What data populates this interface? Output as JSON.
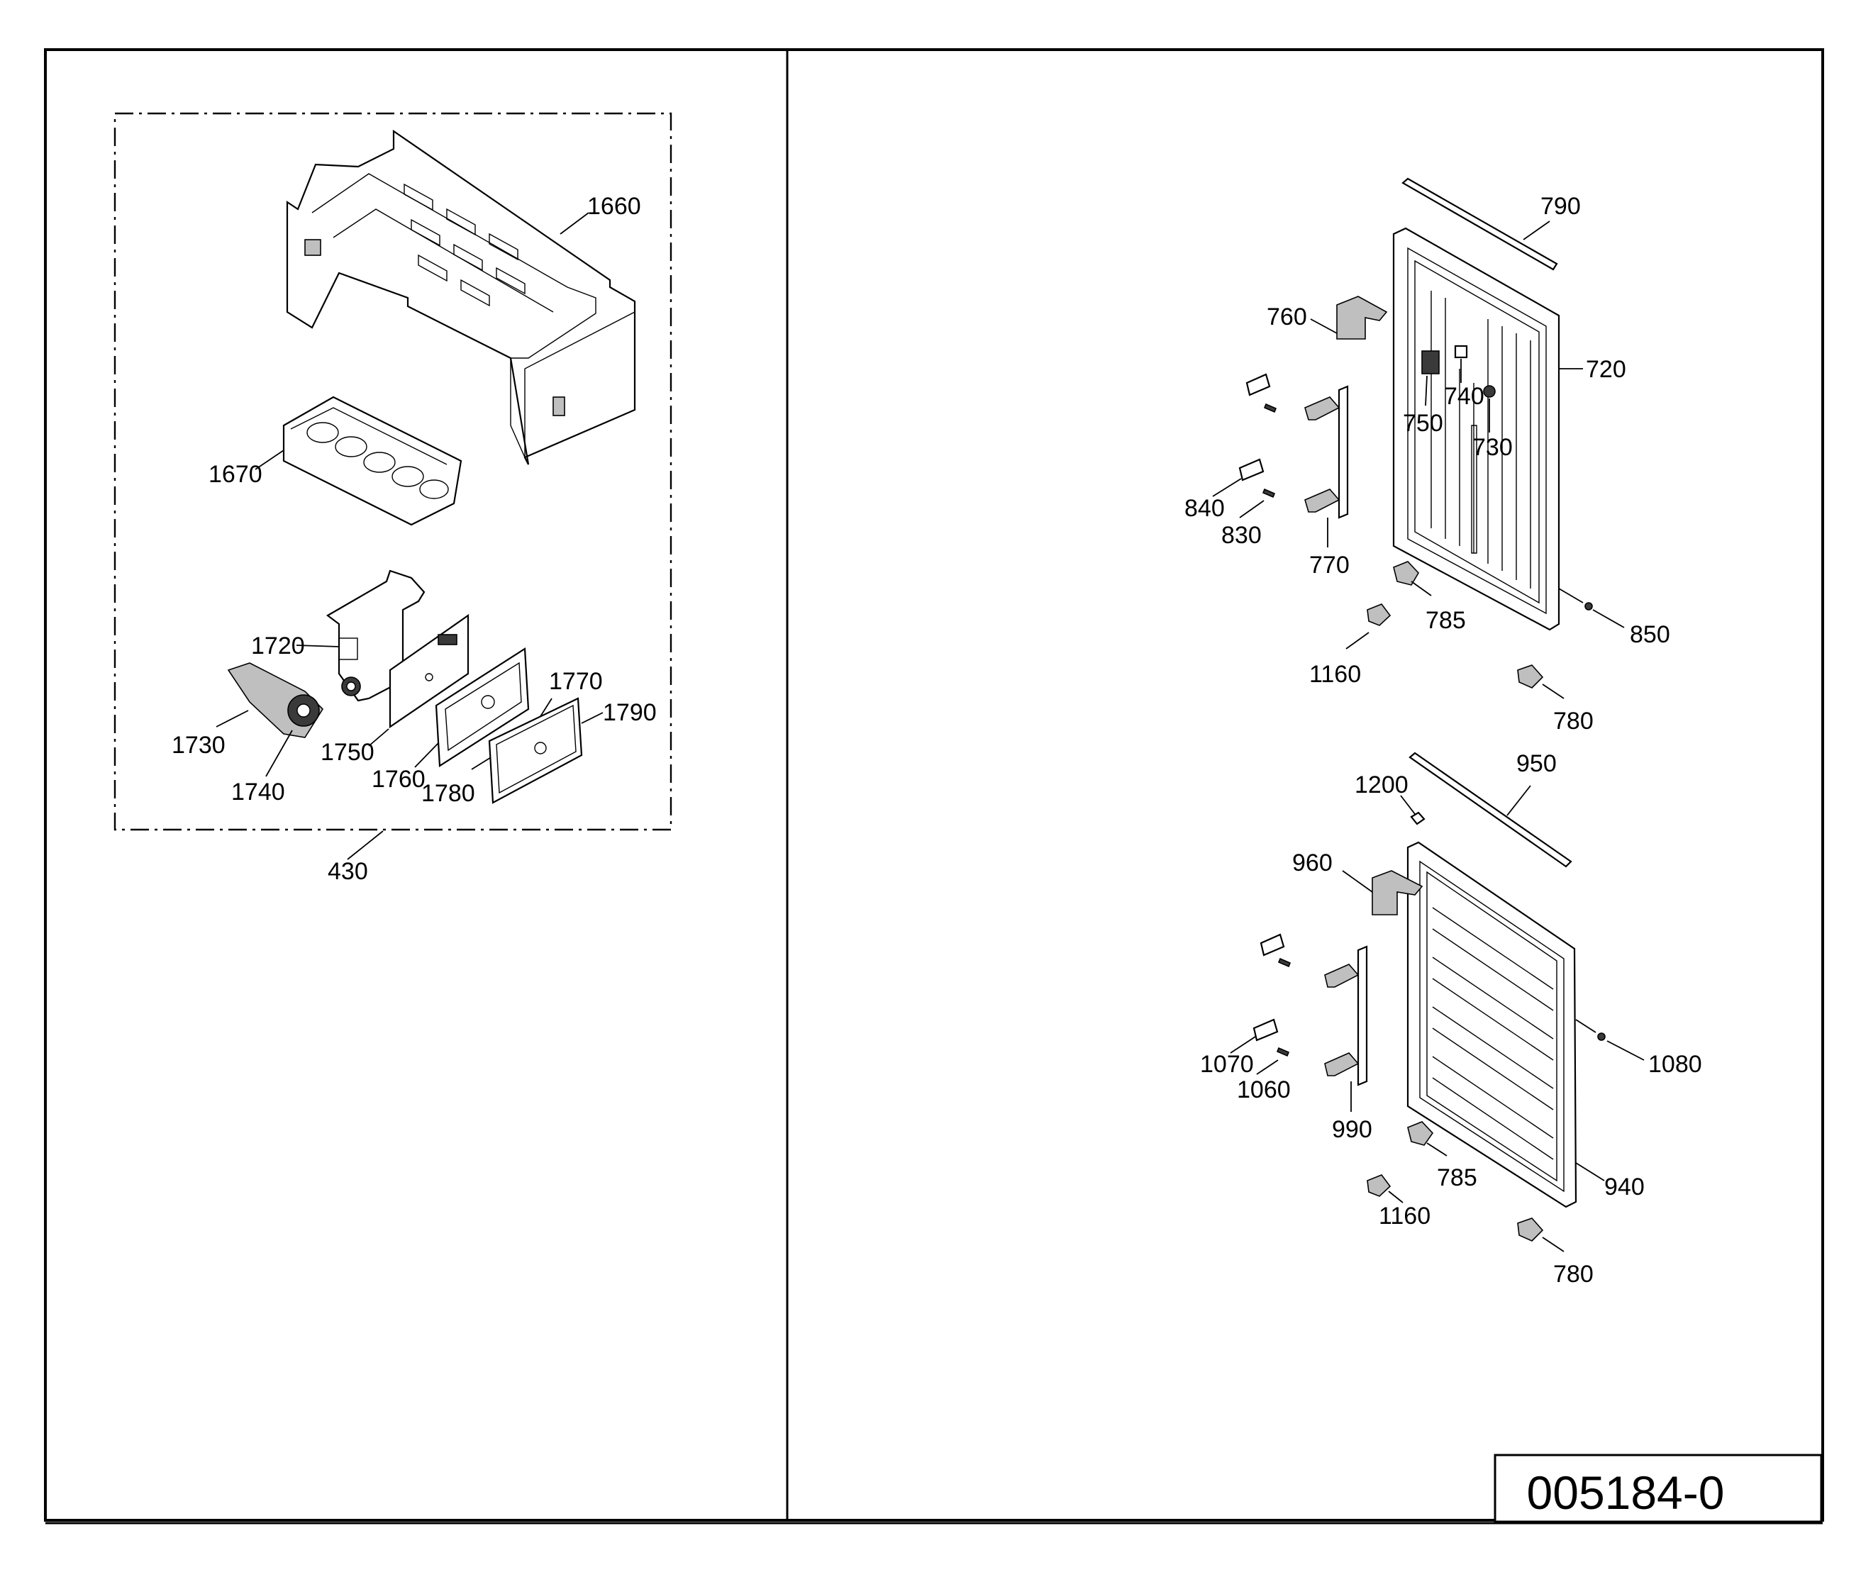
{
  "drawing_code": "005184-0",
  "left_panel": {
    "group_label": "430",
    "parts": {
      "p1660": "1660",
      "p1670": "1670",
      "p1720": "1720",
      "p1730": "1730",
      "p1740": "1740",
      "p1750": "1750",
      "p1760": "1760",
      "p1770": "1770",
      "p1780": "1780",
      "p1790": "1790"
    }
  },
  "upper_door": {
    "parts": {
      "p790": "790",
      "p760": "760",
      "p720": "720",
      "p740": "740",
      "p750": "750",
      "p730": "730",
      "p840": "840",
      "p830": "830",
      "p770": "770",
      "p785": "785",
      "p850": "850",
      "p1160": "1160",
      "p780": "780"
    }
  },
  "lower_door": {
    "parts": {
      "p950": "950",
      "p1200": "1200",
      "p960": "960",
      "p1070": "1070",
      "p1060": "1060",
      "p1080": "1080",
      "p990": "990",
      "p785": "785",
      "p940": "940",
      "p1160": "1160",
      "p780": "780"
    }
  }
}
